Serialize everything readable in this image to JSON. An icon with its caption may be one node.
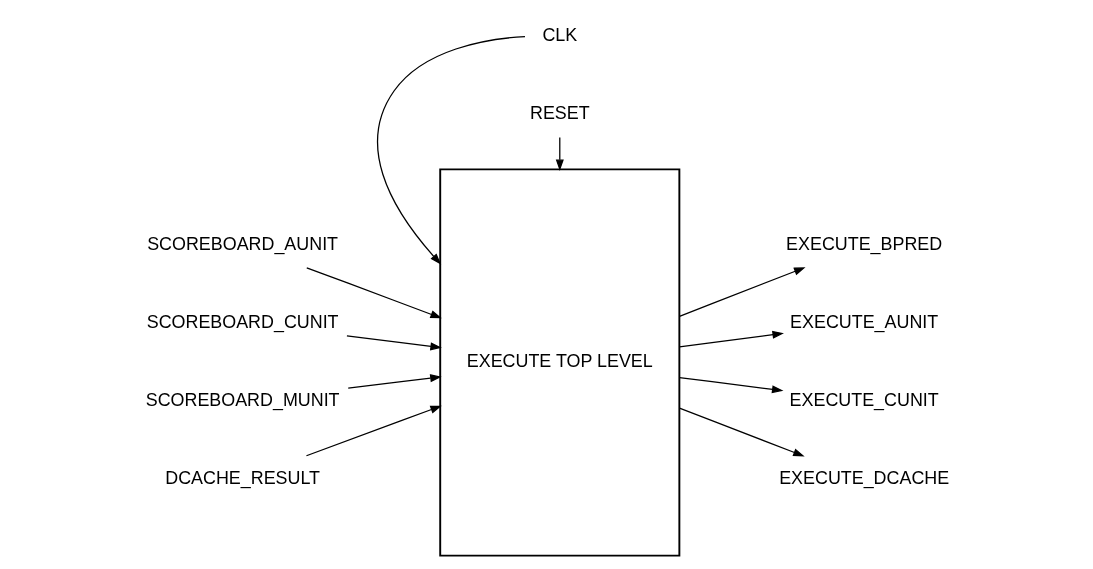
{
  "diagram": {
    "nodes": [
      {
        "text": [
          "EXECUTE TOP LEVEL"
        ]
      },
      {
        "text": [
          "SCOREBOARD_AUNIT"
        ]
      },
      {
        "text": [
          "SCOREBOARD_CUNIT"
        ]
      },
      {
        "text": [
          "SCOREBOARD_MUNIT"
        ]
      },
      {
        "text": [
          "DCACHE_RESULT"
        ]
      },
      {
        "text": [
          "EXECUTE_BPRED"
        ]
      },
      {
        "text": [
          "EXECUTE_AUNIT"
        ]
      },
      {
        "text": [
          "EXECUTE_CUNIT"
        ]
      },
      {
        "text": [
          "EXECUTE_DCACHE"
        ]
      },
      {
        "text": [
          "CLK"
        ]
      },
      {
        "text": [
          "RESET"
        ]
      }
    ],
    "edges": [
      {
        "from": 1,
        "to": 0,
        "arrow": "to"
      },
      {
        "from": 2,
        "to": 0,
        "arrow": "to"
      },
      {
        "from": 3,
        "to": 0,
        "arrow": "to"
      },
      {
        "from": 4,
        "to": 0,
        "arrow": "to"
      },
      {
        "from": 0,
        "to": 5,
        "arrow": "to"
      },
      {
        "from": 0,
        "to": 6,
        "arrow": "to"
      },
      {
        "from": 0,
        "to": 7,
        "arrow": "to"
      },
      {
        "from": 0,
        "to": 8,
        "arrow": "to"
      },
      {
        "from": 9,
        "to": 0,
        "arrow": "to"
      },
      {
        "from": 10,
        "to": 0,
        "arrow": "to"
      }
    ]
  }
}
